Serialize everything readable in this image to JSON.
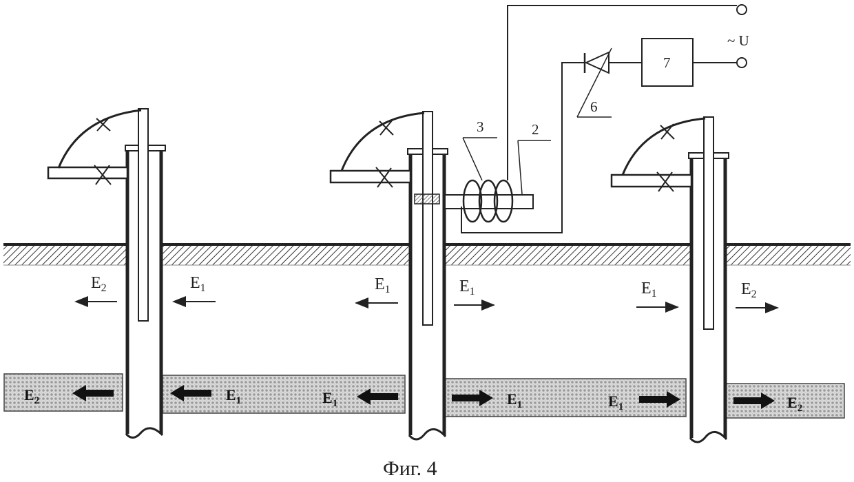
{
  "figure": {
    "caption": "Фиг. 4",
    "part_labels": {
      "coil": "3",
      "core": "2",
      "diode": "6",
      "block": "7",
      "supply": "~ U"
    },
    "upper_field_labels": [
      {
        "text": "E2",
        "main": "E",
        "sub": "2",
        "direction": "left"
      },
      {
        "text": "E1",
        "main": "E",
        "sub": "1",
        "direction": "left"
      },
      {
        "text": "E1",
        "main": "E",
        "sub": "1",
        "direction": "left"
      },
      {
        "text": "E1",
        "main": "E",
        "sub": "1",
        "direction": "right"
      },
      {
        "text": "E1",
        "main": "E",
        "sub": "1",
        "direction": "right"
      },
      {
        "text": "E2",
        "main": "E",
        "sub": "2",
        "direction": "right"
      }
    ],
    "layer_field_labels": [
      {
        "text": "E2",
        "main": "E",
        "sub": "2",
        "direction": "left"
      },
      {
        "text": "E1",
        "main": "E",
        "sub": "1",
        "direction": "left"
      },
      {
        "text": "E1",
        "main": "E",
        "sub": "1",
        "direction": "left"
      },
      {
        "text": "E1",
        "main": "E",
        "sub": "1",
        "direction": "right"
      },
      {
        "text": "E1",
        "main": "E",
        "sub": "1",
        "direction": "right"
      },
      {
        "text": "E2",
        "main": "E",
        "sub": "2",
        "direction": "right"
      }
    ]
  }
}
